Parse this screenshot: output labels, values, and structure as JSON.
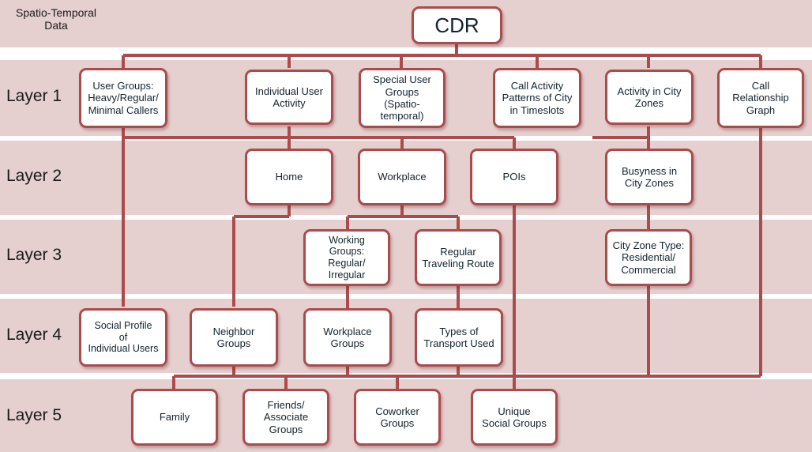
{
  "title": "CDR layered hierarchy of information derived from Spatio-Temporal Data",
  "colors": {
    "band_fill": "#e6cfcf",
    "box_border": "#ab4b4b",
    "box_fill": "#ffffff",
    "line": "#ab4b4b",
    "text": "#12232e",
    "page_background": "#ffffff"
  },
  "bands": [
    {
      "label": "Spatio-Temporal\nData",
      "style": "small"
    },
    {
      "label": "Layer 1",
      "style": "big"
    },
    {
      "label": "Layer 2",
      "style": "big"
    },
    {
      "label": "Layer 3",
      "style": "big"
    },
    {
      "label": "Layer 4",
      "style": "big"
    },
    {
      "label": "Layer 5",
      "style": "big"
    }
  ],
  "nodes": {
    "root": "CDR",
    "layer1": [
      "User Groups:\nHeavy/Regular/\nMinimal Callers",
      "Individual User\nActivity",
      "Special User\nGroups\n(Spatio-\ntemporal)",
      "Call Activity\nPatterns of City\nin Timeslots",
      "Activity in City\nZones",
      "Call\nRelationship\nGraph"
    ],
    "layer2": [
      "Home",
      "Workplace",
      "POIs",
      "Busyness in\nCity Zones"
    ],
    "layer3": [
      "Working\nGroups:\nRegular/\nIrregular",
      "Regular\nTraveling Route",
      "City Zone Type:\nResidential/\nCommercial"
    ],
    "layer4": [
      "Social Profile\nof\nIndividual Users",
      "Neighbor\nGroups",
      "Workplace\nGroups",
      "Types of\nTransport Used"
    ],
    "layer5": [
      "Family",
      "Friends/\nAssociate\nGroups",
      "Coworker\nGroups",
      "Unique\nSocial Groups"
    ]
  },
  "chart_data": {
    "type": "diagram",
    "diagram_kind": "layered-tree",
    "title": "CDR",
    "layers": [
      {
        "name": "Spatio-Temporal Data",
        "nodes": [
          "CDR"
        ]
      },
      {
        "name": "Layer 1",
        "nodes": [
          "User Groups: Heavy/Regular/Minimal Callers",
          "Individual User Activity",
          "Special User Groups (Spatio-temporal)",
          "Call Activity Patterns of City in Timeslots",
          "Activity in City Zones",
          "Call Relationship Graph"
        ]
      },
      {
        "name": "Layer 2",
        "nodes": [
          "Home",
          "Workplace",
          "POIs",
          "Busyness in City Zones"
        ]
      },
      {
        "name": "Layer 3",
        "nodes": [
          "Working Groups: Regular/Irregular",
          "Regular Traveling Route",
          "City Zone Type: Residential/Commercial"
        ]
      },
      {
        "name": "Layer 4",
        "nodes": [
          "Social Profile of Individual Users",
          "Neighbor Groups",
          "Workplace Groups",
          "Types of Transport Used"
        ]
      },
      {
        "name": "Layer 5",
        "nodes": [
          "Family",
          "Friends/Associate Groups",
          "Coworker Groups",
          "Unique Social Groups"
        ]
      }
    ],
    "edges": [
      [
        "CDR",
        "User Groups: Heavy/Regular/Minimal Callers"
      ],
      [
        "CDR",
        "Individual User Activity"
      ],
      [
        "CDR",
        "Special User Groups (Spatio-temporal)"
      ],
      [
        "CDR",
        "Call Activity Patterns of City in Timeslots"
      ],
      [
        "CDR",
        "Activity in City Zones"
      ],
      [
        "CDR",
        "Call Relationship Graph"
      ],
      [
        "Individual User Activity",
        "Home"
      ],
      [
        "Individual User Activity",
        "Workplace"
      ],
      [
        "Individual User Activity",
        "POIs"
      ],
      [
        "Activity in City Zones",
        "Busyness in City Zones"
      ],
      [
        "Workplace",
        "Working Groups: Regular/Irregular"
      ],
      [
        "Workplace",
        "Regular Traveling Route"
      ],
      [
        "Busyness in City Zones",
        "City Zone Type: Residential/Commercial"
      ],
      [
        "User Groups: Heavy/Regular/Minimal Callers",
        "Social Profile of Individual Users"
      ],
      [
        "Home",
        "Neighbor Groups"
      ],
      [
        "Working Groups: Regular/Irregular",
        "Workplace Groups"
      ],
      [
        "Regular Traveling Route",
        "Types of Transport Used"
      ],
      [
        "Neighbor Groups",
        "Family"
      ],
      [
        "Neighbor Groups",
        "Friends/Associate Groups"
      ],
      [
        "Workplace Groups",
        "Coworker Groups"
      ],
      [
        "Types of Transport Used",
        "Unique Social Groups"
      ],
      [
        "City Zone Type: Residential/Commercial",
        "Unique Social Groups"
      ],
      [
        "Call Relationship Graph",
        "Unique Social Groups"
      ],
      [
        "POIs",
        "Unique Social Groups"
      ]
    ]
  }
}
